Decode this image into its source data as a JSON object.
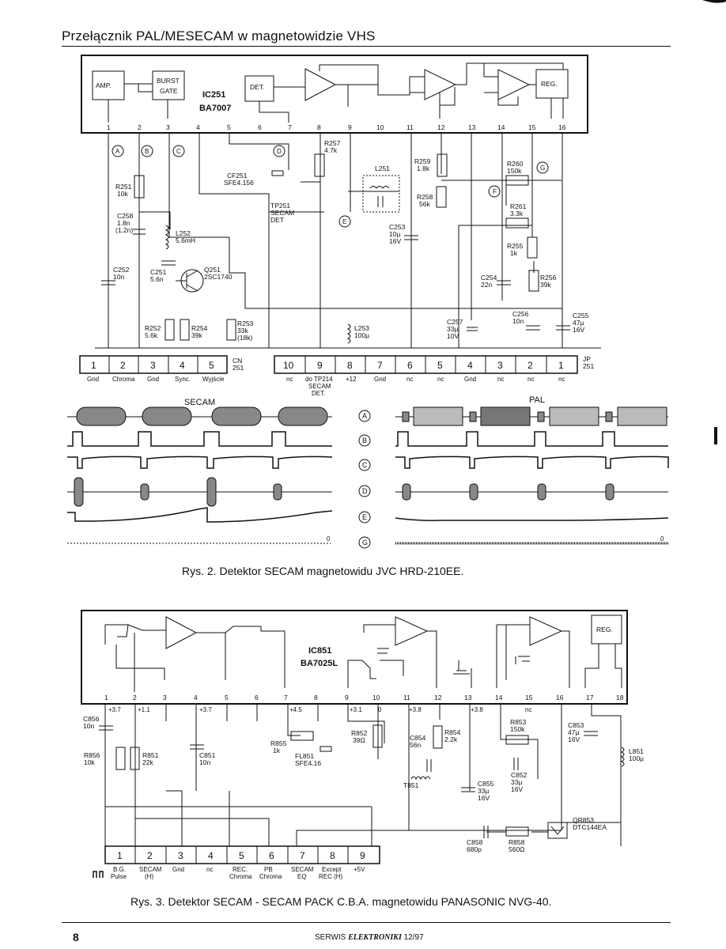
{
  "header": {
    "title": "Przełącznik PAL/MESECAM w magnetowidzie VHS"
  },
  "fig2": {
    "ic_name": "IC251",
    "ic_type": "BA7007",
    "blocks": {
      "amp": "AMP.",
      "burst_gate_1": "BURST",
      "burst_gate_2": "GATE",
      "det": "DET.",
      "reg": "REG."
    },
    "pins": [
      "1",
      "2",
      "3",
      "4",
      "5",
      "6",
      "7",
      "8",
      "9",
      "10",
      "11",
      "12",
      "13",
      "14",
      "15",
      "16"
    ],
    "components": {
      "r257": "R257",
      "r257v": "4.7k",
      "cf251": "CF251",
      "cf251v": "SFE4.156",
      "l251": "L251",
      "r259": "R259",
      "r259v": "1.8k",
      "r260": "R260",
      "r260v": "150k",
      "r258": "R258",
      "r258v": "56k",
      "r261": "R261",
      "r261v": "3.3k",
      "r251": "R251",
      "r251v": "10k",
      "c258": "C258",
      "c258v": "1.8n",
      "c258v2": "(1.2n)",
      "l252": "L252",
      "l252v": "5.6mH",
      "tp251": "TP251",
      "tp251v": "SECAM",
      "tp251v2": "DET",
      "c253": "C253",
      "c253v": "10µ",
      "c253v2": "16V",
      "r255": "R255",
      "r255v": "1k",
      "c252": "C252",
      "c252v": "10n",
      "c251": "C251",
      "c251v": "5.6n",
      "q251": "Q251",
      "q251v": "2SC1740",
      "c254": "C254",
      "c254v": "22n",
      "r256": "R256",
      "r256v": "39k",
      "c256": "C256",
      "c256v": "10n",
      "c255": "C255",
      "c255v": "47µ",
      "c255v2": "16V",
      "r252": "R252",
      "r252v": "5.6k",
      "r254": "R254",
      "r254v": "39k",
      "r253": "R253",
      "r253v": "33k",
      "r253v2": "(18k)",
      "l253": "L253",
      "l253v": "100µ",
      "c257": "C257",
      "c257v": "33µ",
      "c257v2": "10V"
    },
    "markers": [
      "A",
      "B",
      "C",
      "D",
      "E",
      "F",
      "G"
    ],
    "cn": {
      "name": "CN",
      "num": "251",
      "pins": [
        "1",
        "2",
        "3",
        "4",
        "5"
      ],
      "labels": [
        "Gnd",
        "Chroma",
        "Gnd",
        "Sync.",
        "Wyjście"
      ]
    },
    "jp": {
      "name": "JP",
      "num": "251",
      "pins": [
        "10",
        "9",
        "8",
        "7",
        "6",
        "5",
        "4",
        "3",
        "2",
        "1"
      ],
      "labels": [
        "nc",
        "do TP214",
        "+12",
        "Gnd",
        "nc",
        "nc",
        "Gnd",
        "nc",
        "nc",
        "nc"
      ],
      "label_extra_1": "SECAM",
      "label_extra_2": "DET."
    },
    "waveform_titles": {
      "secam": "SECAM",
      "pal": "PAL"
    },
    "waveform_rows": [
      "A",
      "B",
      "C",
      "D",
      "E",
      "G"
    ],
    "zero_label": "0",
    "caption": "Rys. 2.  Detektor SECAM magnetowidu JVC  HRD-210EE."
  },
  "fig3": {
    "ic_name": "IC851",
    "ic_type": "BA7025L",
    "reg": "REG.",
    "pins": [
      "1",
      "2",
      "3",
      "4",
      "5",
      "6",
      "7",
      "8",
      "9",
      "10",
      "11",
      "12",
      "13",
      "14",
      "15",
      "16",
      "17",
      "18"
    ],
    "rails": [
      "+3.7",
      "+1.1",
      "+3.7",
      "+4.5",
      "+3.1",
      "0",
      "+3.8",
      "+3.8",
      "nc"
    ],
    "components": {
      "c856": "C856",
      "c856v": "10n",
      "r856": "R856",
      "r856v": "10k",
      "r851": "R851",
      "r851v": "22k",
      "c851": "C851",
      "c851v": "10n",
      "r855": "R855",
      "r855v": "1k",
      "fl851": "FL851",
      "fl851v": "SFE4.16",
      "r852": "R852",
      "r852v": "39Ω",
      "c854": "C854",
      "c854v": "56n",
      "r854": "R854",
      "r854v": "2.2k",
      "t851": "T851",
      "r853": "R853",
      "r853v": "150k",
      "c853": "C853",
      "c853v": "47µ",
      "c853v2": "16V",
      "l851": "L851",
      "l851v": "100µ",
      "c852": "C852",
      "c852v": "33µ",
      "c852v2": "16V",
      "c855": "C855",
      "c855v": "33µ",
      "c855v2": "16V",
      "qr853": "QR853",
      "qr853v": "DTC144EA",
      "c858": "C858",
      "c858v": "680p",
      "r858": "R858",
      "r858v": "560Ω"
    },
    "conn_pins": [
      "1",
      "2",
      "3",
      "4",
      "5",
      "6",
      "7",
      "8",
      "9"
    ],
    "conn_labels_1": [
      "B.G.",
      "SECAM",
      "Gnd",
      "nc",
      "REC.",
      "PB",
      "SECAM",
      "Except",
      "+5V"
    ],
    "conn_labels_2": [
      "Pulse",
      "(H)",
      "",
      "",
      "Chroma",
      "Chroma",
      "EQ",
      "REC (H)",
      ""
    ],
    "caption": "Rys. 3.  Detektor  SECAM - SECAM PACK  C.B.A.  magnetowidu PANASONIC NVG-40."
  },
  "footer": {
    "page": "8",
    "magazine_a": "SERWIS",
    "magazine_b": "ELEKTRONIKI",
    "issue": "12/97"
  }
}
